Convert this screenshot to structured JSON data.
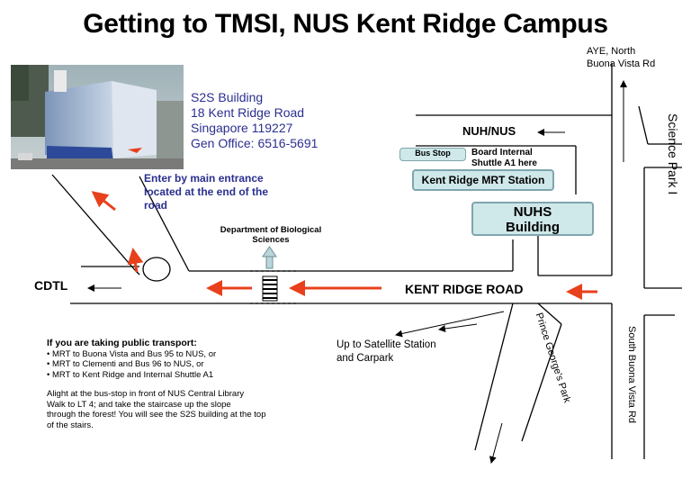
{
  "title": "Getting to TMSI, NUS Kent Ridge Campus",
  "building": {
    "name": "S2S Building",
    "address": "18 Kent Ridge Road",
    "city": "Singapore 119227",
    "office": "Gen Office: 6516-5691"
  },
  "entrance_note": [
    "Enter by main entrance",
    "located at the end of the",
    "road"
  ],
  "labels": {
    "aye": [
      "AYE, North",
      "Buona Vista Rd"
    ],
    "science_park": "Science Park I",
    "nuh_nus": "NUH/NUS",
    "bus_stop": "Bus Stop",
    "board_shuttle": [
      "Board Internal",
      "Shuttle A1 here"
    ],
    "mrt_station": "Kent Ridge MRT Station",
    "nuhs": [
      "NUHS",
      "Building"
    ],
    "dbs": [
      "Department of Biological",
      "Sciences"
    ],
    "cdtl": "CDTL",
    "kent_ridge_road": "KENT RIDGE ROAD",
    "satellite": [
      "Up to Satellite Station",
      "and Carpark"
    ],
    "prince_george": "Prince George's Park",
    "south_buona_vista": "South Buona Vista Rd"
  },
  "instructions": {
    "heading": "If you are taking public transport:",
    "items": [
      "• MRT to Buona Vista and Bus 95 to NUS, or",
      "• MRT to Clementi and Bus 96 to NUS, or",
      "• MRT to Kent Ridge and Internal Shuttle A1"
    ],
    "note": [
      "Alight at the bus-stop in front of NUS Central Library",
      "Walk to LT 4; and take the staircase up the slope",
      "through the forest! You will see the S2S building at the top",
      "of the stairs."
    ]
  },
  "colors": {
    "route_arrow": "#e8401c",
    "address_text": "#2b2f8f",
    "box_fill": "#cfe8ea",
    "box_border": "#7fa6ad"
  }
}
